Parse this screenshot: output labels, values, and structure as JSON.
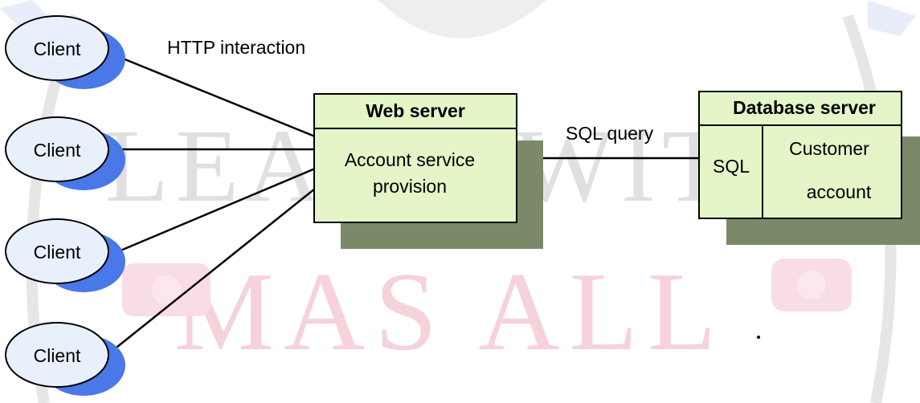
{
  "diagram": {
    "clients": [
      {
        "label": "Client"
      },
      {
        "label": "Client"
      },
      {
        "label": "Client"
      },
      {
        "label": "Client"
      }
    ],
    "http_label": "HTTP interaction",
    "web_server": {
      "title": "Web server",
      "body_line1": "Account service",
      "body_line2": "provision"
    },
    "sql_query_label": "SQL query",
    "database_server": {
      "title": "Database server",
      "sql_label": "SQL",
      "customer_line1": "Customer",
      "customer_line2": "account"
    }
  },
  "watermark": {
    "line1": "LEARN WITH",
    "line2": "MAS ALL"
  },
  "colors": {
    "client_fill": "#e6f0ff",
    "client_shadow": "#4a78e8",
    "box_fill": "#e4f5c8",
    "box_shadow": "#7a8a68",
    "watermark_gray": "#dedede",
    "watermark_red": "#f6d4dc"
  }
}
